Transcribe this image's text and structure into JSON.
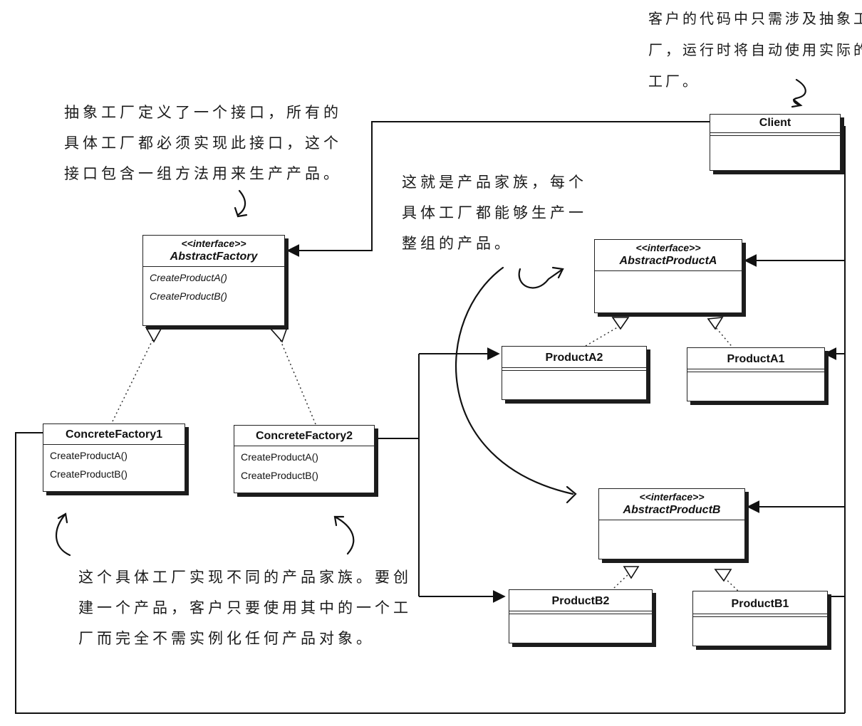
{
  "notes": {
    "client": [
      "客户的代码中只需涉及抽象工",
      "厂，运行时将自动使用实际的",
      "工厂。"
    ],
    "abstract_factory": [
      "抽象工厂定义了一个接口，所有的",
      "具体工厂都必须实现此接口，这个",
      "接口包含一组方法用来生产产品。"
    ],
    "family": [
      "这就是产品家族，每个",
      "具体工厂都能够生产一",
      "整组的产品。"
    ],
    "concrete": [
      "这个具体工厂实现不同的产品家族。要创",
      "建一个产品，客户只要使用其中的一个工",
      "厂而完全不需实例化任何产品对象。"
    ]
  },
  "classes": {
    "client": {
      "name": "Client"
    },
    "abstract_factory": {
      "stereotype": "<<interface>>",
      "name": "AbstractFactory",
      "ops": [
        "CreateProductA()",
        "CreateProductB()"
      ]
    },
    "abstract_product_a": {
      "stereotype": "<<interface>>",
      "name": "AbstractProductA"
    },
    "abstract_product_b": {
      "stereotype": "<<interface>>",
      "name": "AbstractProductB"
    },
    "concrete_factory1": {
      "name": "ConcreteFactory1",
      "ops": [
        "CreateProductA()",
        "CreateProductB()"
      ]
    },
    "concrete_factory2": {
      "name": "ConcreteFactory2",
      "ops": [
        "CreateProductA()",
        "CreateProductB()"
      ]
    },
    "product_a1": {
      "name": "ProductA1"
    },
    "product_a2": {
      "name": "ProductA2"
    },
    "product_b1": {
      "name": "ProductB1"
    },
    "product_b2": {
      "name": "ProductB2"
    }
  }
}
